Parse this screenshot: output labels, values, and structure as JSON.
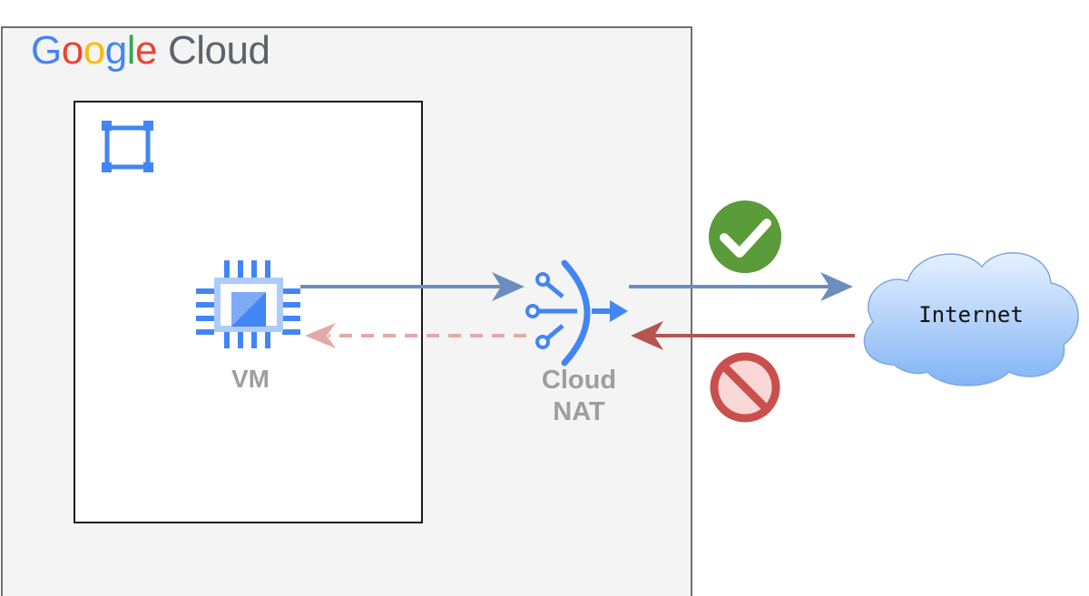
{
  "logo": {
    "letters": [
      "G",
      "o",
      "o",
      "g",
      "l",
      "e"
    ],
    "suffix": "Cloud"
  },
  "nodes": {
    "vm": {
      "label": "VM",
      "icon": "compute-engine-icon"
    },
    "nat": {
      "label_line1": "Cloud",
      "label_line2": "NAT",
      "icon": "cloud-nat-icon"
    },
    "internet": {
      "label": "Internet",
      "shape": "cloud"
    },
    "vpc": {
      "icon": "vpc-network-icon"
    }
  },
  "status": {
    "allowed": {
      "icon": "checkmark-icon",
      "color": "#5a9b3a"
    },
    "blocked": {
      "icon": "blocked-icon",
      "color": "#c9504d"
    }
  },
  "colors": {
    "outbound_arrow": "#6c8ebf",
    "inbound_arrow": "#b85450",
    "inbound_dashed_arrow": "#e3a9a6",
    "icon_blue": "#4285f4",
    "label_gray": "#9e9e9e",
    "cloud_fill_top": "#e6f1ff",
    "cloud_fill_bottom": "#82b4f5"
  }
}
